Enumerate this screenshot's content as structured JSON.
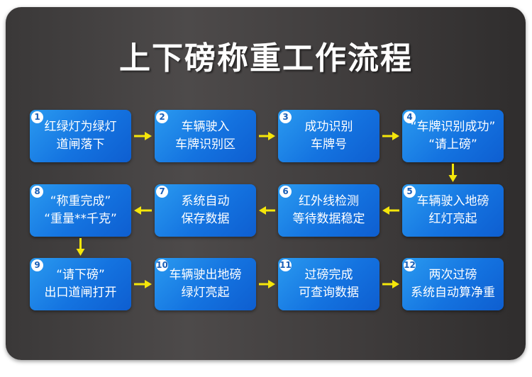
{
  "title": "上下磅称重工作流程",
  "arrow_color": "#f5e60a",
  "steps": [
    {
      "num": "1",
      "lines": [
        "红绿灯为绿灯",
        "道闸落下"
      ]
    },
    {
      "num": "2",
      "lines": [
        "车辆驶入",
        "车牌识别区"
      ]
    },
    {
      "num": "3",
      "lines": [
        "成功识别",
        "车牌号"
      ]
    },
    {
      "num": "4",
      "lines": [
        "“车牌识别成功”",
        "“请上磅”"
      ]
    },
    {
      "num": "5",
      "lines": [
        "车辆驶入地磅",
        "红灯亮起"
      ]
    },
    {
      "num": "6",
      "lines": [
        "红外线检测",
        "等待数据稳定"
      ]
    },
    {
      "num": "7",
      "lines": [
        "系统自动",
        "保存数据"
      ]
    },
    {
      "num": "8",
      "lines": [
        "“称重完成”",
        "“重量**千克”"
      ]
    },
    {
      "num": "9",
      "lines": [
        "“请下磅”",
        "出口道闸打开"
      ]
    },
    {
      "num": "10",
      "lines": [
        "车辆驶出地磅",
        "绿灯亮起"
      ]
    },
    {
      "num": "11",
      "lines": [
        "过磅完成",
        "可查询数据"
      ]
    },
    {
      "num": "12",
      "lines": [
        "两次过磅",
        "系统自动算净重"
      ]
    }
  ]
}
